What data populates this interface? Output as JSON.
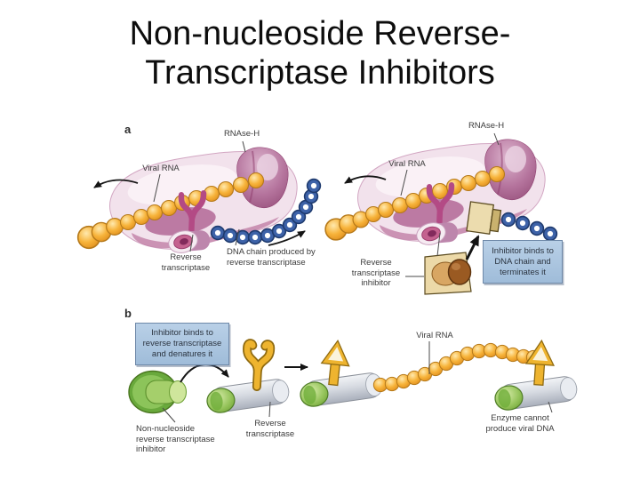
{
  "slide": {
    "title_line1": "Non-nucleoside Reverse-",
    "title_line2": "Transcriptase Inhibitors"
  },
  "figure": {
    "panel_a": {
      "letter": "a",
      "left_diagram": {
        "rnase_h_label": "RNAse-H",
        "viral_rna_label": "Viral RNA",
        "reverse_transcriptase_label": "Reverse transcriptase",
        "dna_chain_label": "DNA chain produced by reverse transcriptase"
      },
      "right_diagram": {
        "rnase_h_label": "RNAse-H",
        "viral_rna_label": "Viral RNA",
        "inhibitor_label": "Reverse transcriptase inhibitor",
        "callout_text": "Inhibitor binds to DNA chain and terminates it"
      }
    },
    "panel_b": {
      "letter": "b",
      "callout_text": "Inhibitor binds to reverse transcriptase and denatures it",
      "nnrti_label": "Non-nucleoside reverse transcriptase inhibitor",
      "reverse_transcriptase_label": "Reverse transcriptase",
      "viral_rna_label": "Viral RNA",
      "outcome_label": "Enzyme cannot produce viral DNA"
    },
    "colors": {
      "rna_bead_orange": "#f5a82c",
      "dna_bead_blue": "#3d62a8",
      "enzyme_body_pink": "#f2e2ec",
      "enzyme_dark_magenta": "#a85c88",
      "claw_purple": "#b34a85",
      "inhibitor_tan": "#ecd9a8",
      "inhibitor_brown": "#9a5a22",
      "nnrti_green": "#8cc45a",
      "denatured_gold": "#eeb42f",
      "cylinder_grey": "#c9ced7",
      "callout_blue": "#aac6e2"
    }
  }
}
